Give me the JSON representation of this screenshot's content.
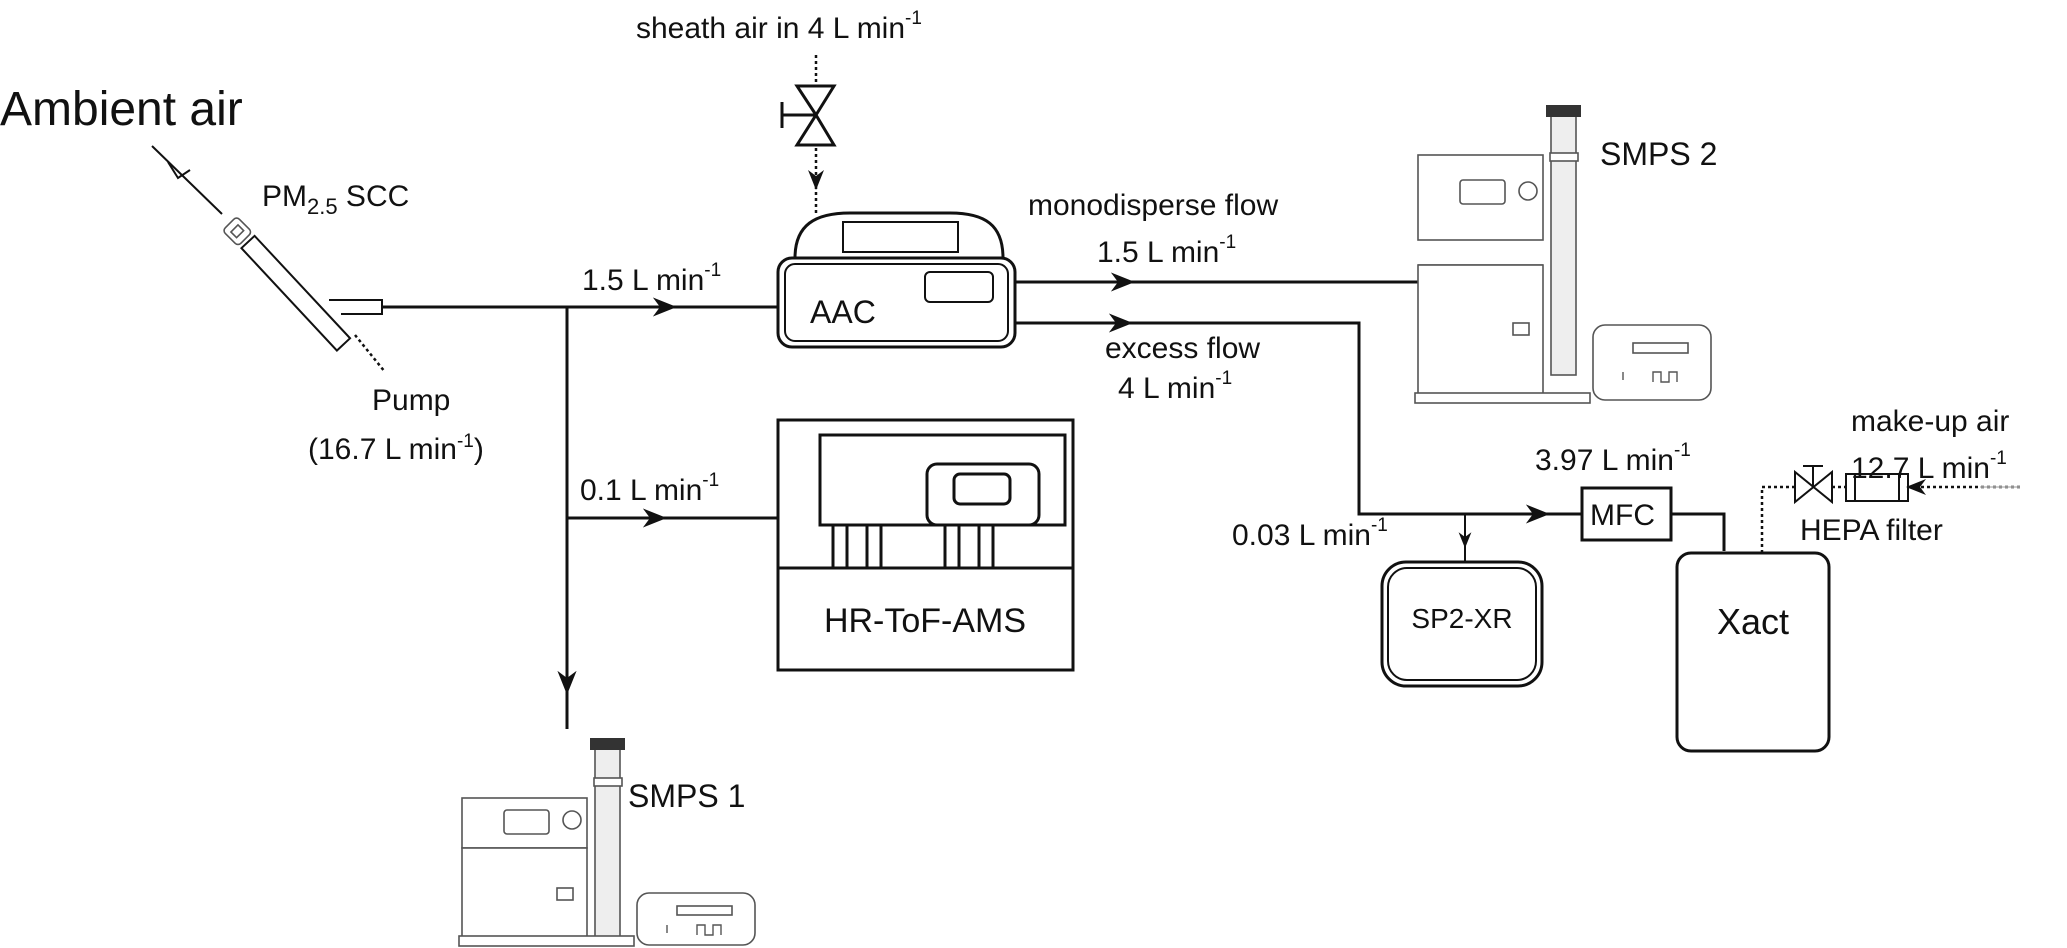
{
  "title": "Aerosol sampling setup schematic",
  "inlet": {
    "ambient_label": "Ambient air",
    "scc_label_main": "PM",
    "scc_label_sub": "2.5",
    "scc_label_rest": " SCC",
    "pump_label": "Pump",
    "pump_flow": "(16.7 L min",
    "pump_flow_sup": "-1",
    "pump_flow_close": ")"
  },
  "flows": {
    "aac_in": {
      "text": "1.5 L min",
      "sup": "-1"
    },
    "ams_in": {
      "text": "0.1 L min",
      "sup": "-1"
    },
    "sheath": {
      "text": "sheath air in 4 L min",
      "sup": "-1"
    },
    "monodisperse_title": "monodisperse flow",
    "monodisperse": {
      "text": "1.5 L min",
      "sup": "-1"
    },
    "excess_title": "excess flow",
    "excess": {
      "text": "4 L min",
      "sup": "-1"
    },
    "mfc": {
      "text": "3.97 L min",
      "sup": "-1"
    },
    "sp2": {
      "text": "0.03 L min",
      "sup": "-1"
    },
    "makeup_title": "make-up air",
    "makeup": {
      "text": "12.7 L min",
      "sup": "-1"
    }
  },
  "instruments": {
    "aac": "AAC",
    "ams": "HR-ToF-AMS",
    "smps1": "SMPS 1",
    "smps2": "SMPS 2",
    "sp2xr": "SP2-XR",
    "xact": "Xact",
    "mfc": "MFC",
    "hepa": "HEPA filter"
  }
}
